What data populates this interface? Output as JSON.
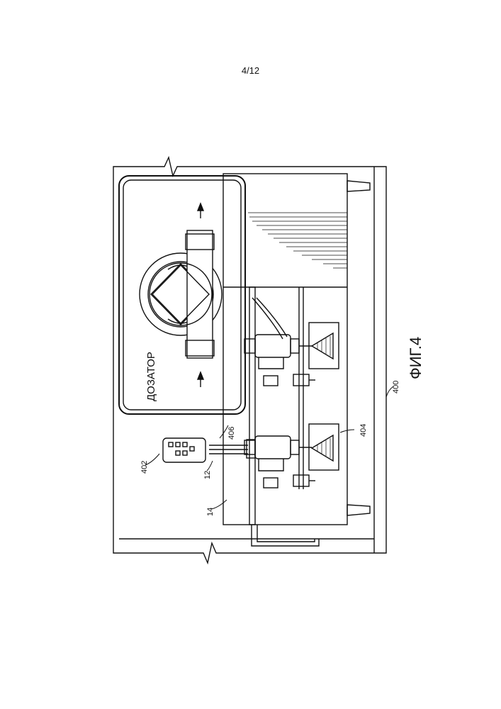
{
  "page": {
    "number": "4/12"
  },
  "figure": {
    "caption": "ФИГ.4",
    "dispenser_label": "ДОЗАТОР",
    "reference_numerals": {
      "frame": "400",
      "remote": "402",
      "bottom_unit": "404",
      "cable": "406",
      "probe": "12",
      "housing": "14"
    }
  }
}
